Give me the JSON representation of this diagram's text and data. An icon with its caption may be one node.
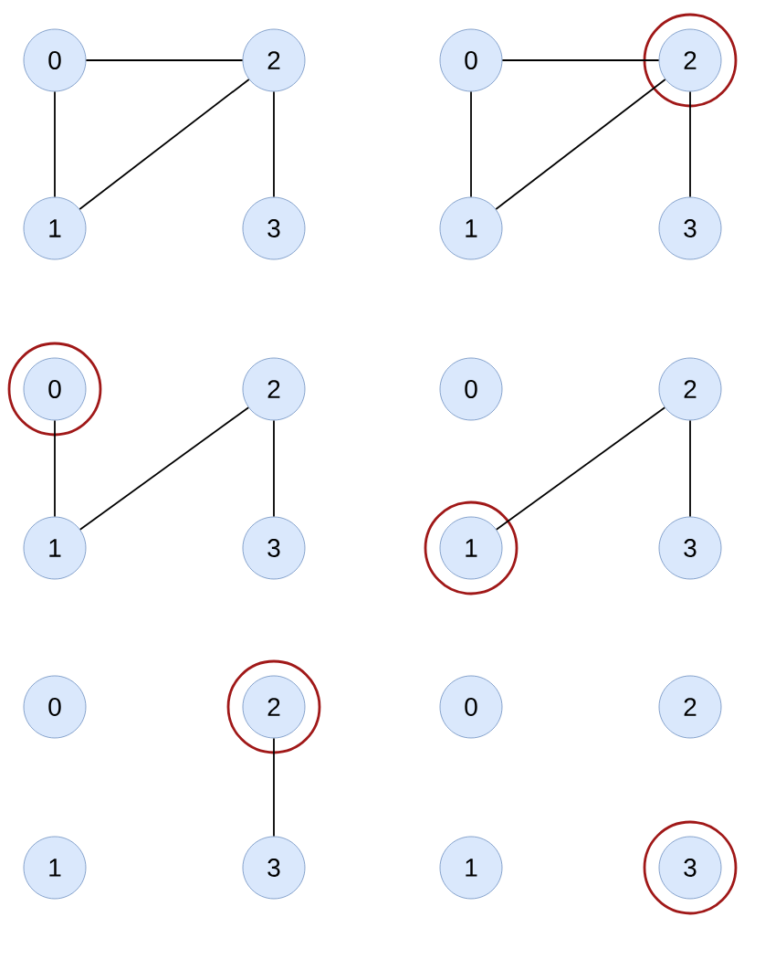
{
  "diagram": {
    "nodes": [
      {
        "text": [
          "0"
        ]
      },
      {
        "text": [
          "2"
        ]
      },
      {
        "text": [
          "1"
        ]
      },
      {
        "text": [
          "3"
        ]
      },
      {
        "text": [
          "0"
        ]
      },
      {
        "text": [],
        "shape": "circle"
      },
      {
        "text": [
          "2"
        ],
        "in": 5
      },
      {
        "text": [
          "1"
        ]
      },
      {
        "text": [
          "3"
        ]
      },
      {
        "text": [],
        "shape": "circle"
      },
      {
        "text": [
          "0"
        ],
        "in": 9
      },
      {
        "text": [
          "2"
        ]
      },
      {
        "text": [
          "1"
        ]
      },
      {
        "text": [
          "3"
        ]
      },
      {
        "text": [
          "0"
        ]
      },
      {
        "text": [
          "2"
        ]
      },
      {
        "text": [],
        "shape": "circle"
      },
      {
        "text": [
          "1"
        ],
        "in": 16
      },
      {
        "text": [
          "3"
        ]
      },
      {
        "text": [
          "0"
        ]
      },
      {
        "text": [],
        "shape": "circle"
      },
      {
        "text": [
          "2"
        ],
        "in": 20
      },
      {
        "text": [
          "1"
        ]
      },
      {
        "text": [
          "3"
        ]
      },
      {
        "text": [
          "0"
        ]
      },
      {
        "text": [
          "2"
        ]
      },
      {
        "text": [
          "1"
        ]
      },
      {
        "text": [],
        "shape": "circle"
      },
      {
        "text": [
          "3"
        ],
        "in": 27
      }
    ],
    "edges": [
      {
        "from": 0,
        "to": 1,
        "arrow": "none"
      },
      {
        "from": 0,
        "to": 2,
        "arrow": "none"
      },
      {
        "from": 2,
        "to": 1,
        "arrow": "none"
      },
      {
        "from": 1,
        "to": 3,
        "arrow": "none"
      },
      {
        "from": 4,
        "to": 6,
        "arrow": "none"
      },
      {
        "from": 4,
        "to": 7,
        "arrow": "none"
      },
      {
        "from": 7,
        "to": 6,
        "arrow": "none"
      },
      {
        "from": 6,
        "to": 8,
        "arrow": "none"
      },
      {
        "from": 10,
        "to": 12,
        "arrow": "none"
      },
      {
        "from": 12,
        "to": 11,
        "arrow": "none"
      },
      {
        "from": 11,
        "to": 13,
        "arrow": "none"
      },
      {
        "from": 17,
        "to": 15,
        "arrow": "none"
      },
      {
        "from": 15,
        "to": 18,
        "arrow": "none"
      },
      {
        "from": 21,
        "to": 23,
        "arrow": "none"
      }
    ]
  }
}
